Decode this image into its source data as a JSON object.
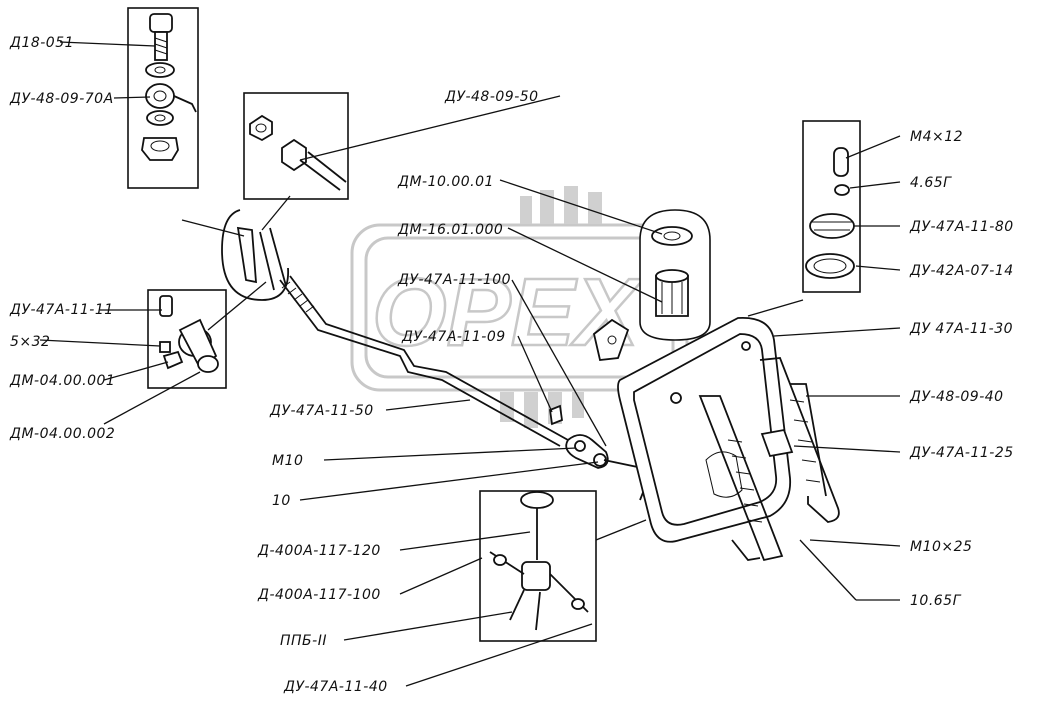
{
  "watermark": {
    "text": "OPEX"
  },
  "labels": {
    "d18_051": "Д18-051",
    "du48_09_70a": "ДУ-48-09-70А",
    "du48_09_50": "ДУ-48-09-50",
    "dm10_00_01": "ДМ-10.00.01",
    "dm16_01_000": "ДМ-16.01.000",
    "du47a_11_100": "ДУ-47А-11-100",
    "du47a_11_09": "ДУ-47А-11-09",
    "du47a_11_11": "ДУ-47А-11-11",
    "s5x32": "5×32",
    "dm04_00_001": "ДМ-04.00.001",
    "dm04_00_002": "ДМ-04.00.002",
    "du47a_11_50": "ДУ-47А-11-50",
    "m10": "М10",
    "n10": "10",
    "d400a_117_120": "Д-400А-117-120",
    "d400a_117_100": "Д-400А-117-100",
    "ppb2": "ППБ-II",
    "du47a_11_40": "ДУ-47А-11-40",
    "m4x12": "М4×12",
    "w4_65g": "4.65Г",
    "du47a_11_80": "ДУ-47А-11-80",
    "du42a_07_14": "ДУ-42А-07-14",
    "du47a_11_30": "ДУ 47А-11-30",
    "du48_09_40": "ДУ-48-09-40",
    "du47a_11_25": "ДУ-47А-11-25",
    "m10x25": "М10×25",
    "w10_65g": "10.65Г"
  }
}
